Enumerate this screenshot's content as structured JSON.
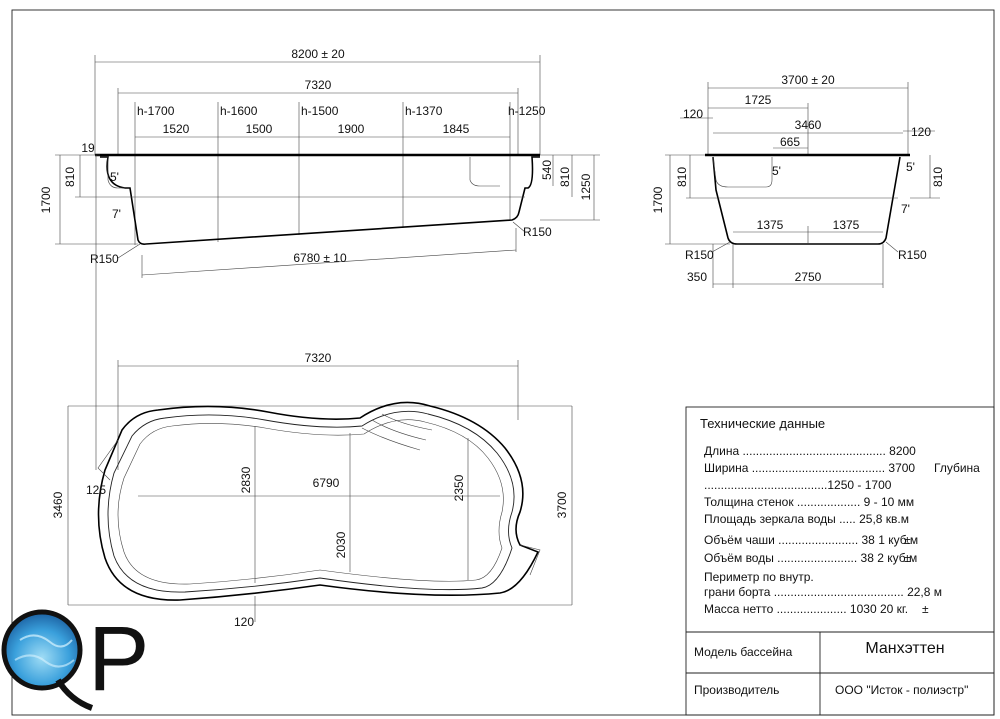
{
  "side_view": {
    "overall_length": "8200 ± 20",
    "inner_length": "7320",
    "depths": [
      "h-1700",
      "h-1600",
      "h-1500",
      "h-1370",
      "h-1250"
    ],
    "segments": [
      "1520",
      "1500",
      "1900",
      "1845"
    ],
    "rim": "19",
    "left_dims": [
      "1700",
      "810"
    ],
    "right_dims": [
      "540",
      "810",
      "1250"
    ],
    "angles": [
      "5'",
      "7'"
    ],
    "radius_left": "R150",
    "radius_right": "R150",
    "bottom_length": "6780 ± 10"
  },
  "end_view": {
    "overall_width": "3700 ± 20",
    "half_width": "1725",
    "inner_width": "3460",
    "step": "665",
    "rim_left": "120",
    "rim_right": "120",
    "left_dims": [
      "1700",
      "810"
    ],
    "right_dim": "810",
    "angles": [
      "5'",
      "5'",
      "7'"
    ],
    "bottom_halves": [
      "1375",
      "1375"
    ],
    "bottom_width": "2750",
    "radius_left": "R150",
    "radius_right": "R150",
    "offset": "350"
  },
  "plan_view": {
    "inner_length": "7320",
    "widths": [
      "2830",
      "2030",
      "2350"
    ],
    "length": "6790",
    "left_offset": "125",
    "bottom_offset": "120",
    "overall_width_left": "3460",
    "overall_width_right": "3700"
  },
  "specs": {
    "title": "Технические данные",
    "lines": [
      "Длина ........................................... 8200",
      "Ширина ........................................ 3700",
      ".....................................1250 - 1700",
      "Толщина стенок ................... 9 - 10 мм",
      "Площадь зеркала воды ..... 25,8 кв.м",
      "Объём чаши ........................ 38 1 куб.м",
      "Объём воды ........................ 38 2 куб.м",
      "Периметр по внутр.",
      "грани борта ....................................... 22,8 м",
      "Масса нетто ..................... 1030 20 кг."
    ],
    "depth_label": "Глубина",
    "pm_marks": [
      "±",
      "±",
      "±"
    ]
  },
  "title_block": {
    "model_label": "Модель бассейна",
    "model_value": "Манхэттен",
    "maker_label": "Производитель",
    "maker_value": "ООО \"Исток - полиэстр\""
  },
  "logo": {
    "text": "QP",
    "accent": "#2a7fc0"
  }
}
